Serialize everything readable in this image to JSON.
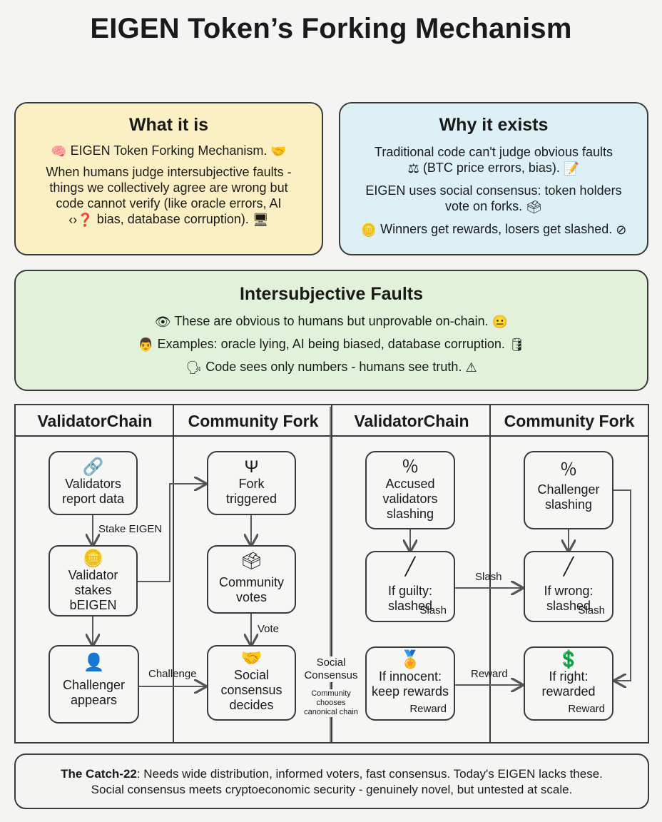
{
  "title": "EIGEN Token’s Forking Mechanism",
  "what_it_is": {
    "heading": "What it is",
    "line1": "EIGEN Token Forking Mechanism.",
    "body": "When humans judge intersubjective faults - things we collectively agree are wrong but code cannot verify (like oracle errors, AI",
    "body_end": "bias, database corruption).",
    "icons": [
      "brain-icon",
      "handshake-icon",
      "question-code-icon",
      "terminal-icon"
    ]
  },
  "why_it_exists": {
    "heading": "Why it exists",
    "line1": "Traditional code can't judge obvious faults",
    "line1b": "(BTC price errors, bias).",
    "line2": "EIGEN uses social consensus: token holders vote on forks.",
    "line3": "Winners get rewards, losers get slashed.",
    "icons": [
      "scales-icon",
      "notebook-icon",
      "ballot-icon",
      "coins-icon",
      "prohibited-icon"
    ]
  },
  "intersubjective": {
    "heading": "Intersubjective Faults",
    "line1": "These are obvious to humans but unprovable on-chain.",
    "line2": "Examples: oracle lying, AI being biased, database corruption.",
    "line3": "Code sees only numbers - humans see truth.",
    "icons": [
      "eye-icon",
      "face-icon",
      "person-icon",
      "database-icon",
      "speaking-head-icon",
      "database-warning-icon"
    ]
  },
  "columns": [
    "ValidatorChain",
    "Community Fork",
    "ValidatorChain",
    "Community Fork"
  ],
  "nodes": {
    "validators_report": "Validators report data",
    "validator_stakes": "Validator stakes bEIGEN",
    "challenger_appears": "Challenger appears",
    "fork_triggered": "Fork triggered",
    "community_votes": "Community votes",
    "social_consensus_decides": "Social consensus decides",
    "accused_slashing": "Accused validators slashing",
    "if_guilty": "If guilty: slashed",
    "if_guilty_tag": "Slash",
    "if_innocent": "If innocent: keep rewards",
    "if_innocent_tag": "Reward",
    "challenger_slashing": "Challenger slashing",
    "if_wrong": "If wrong: slashed",
    "if_wrong_tag": "Slash",
    "if_right": "If right: rewarded",
    "if_right_tag": "Reward"
  },
  "edges": {
    "stake_eigen": "Stake EIGEN",
    "challenge": "Challenge",
    "vote": "Vote",
    "social_consensus": "Social Consensus",
    "community_chooses": "Community chooses canonical chain",
    "slash": "Slash",
    "reward": "Reward"
  },
  "footer": {
    "bold": "The Catch-22",
    "text1": ": Needs wide distribution, informed voters, fast consensus. Today's EIGEN lacks these.",
    "text2": "Social consensus meets cryptoeconomic security - genuinely novel, but untested at scale."
  }
}
